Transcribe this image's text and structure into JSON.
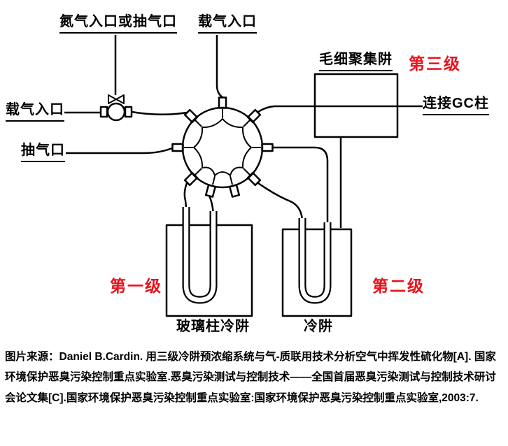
{
  "diagram": {
    "labels": {
      "nitrogen_inlet": "氮气入口或抽气口",
      "carrier_gas_top": "载气入口",
      "carrier_gas_left": "载气入口",
      "pump_port": "抽气口",
      "capillary_trap": "毛细聚集阱",
      "stage3": "第三级",
      "gc_column": "连接GC柱",
      "stage1": "第一级",
      "stage2": "第二级",
      "glass_column_trap": "玻璃柱冷阱",
      "cold_trap": "冷阱"
    },
    "colors": {
      "stage_red": "#e8131d",
      "line": "#000000"
    }
  },
  "caption": {
    "text": "图片来源：Daniel B.Cardin. 用三级冷阱预浓缩系统与气-质联用技术分析空气中挥发性硫化物[A]. 国家环境保护恶臭污染控制重点实验室.恶臭污染测试与控制技术——全国首届恶臭污染测试与控制技术研讨会论文集[C].国家环境保护恶臭污染控制重点实验室:国家环境保护恶臭污染控制重点实验室,2003:7."
  }
}
